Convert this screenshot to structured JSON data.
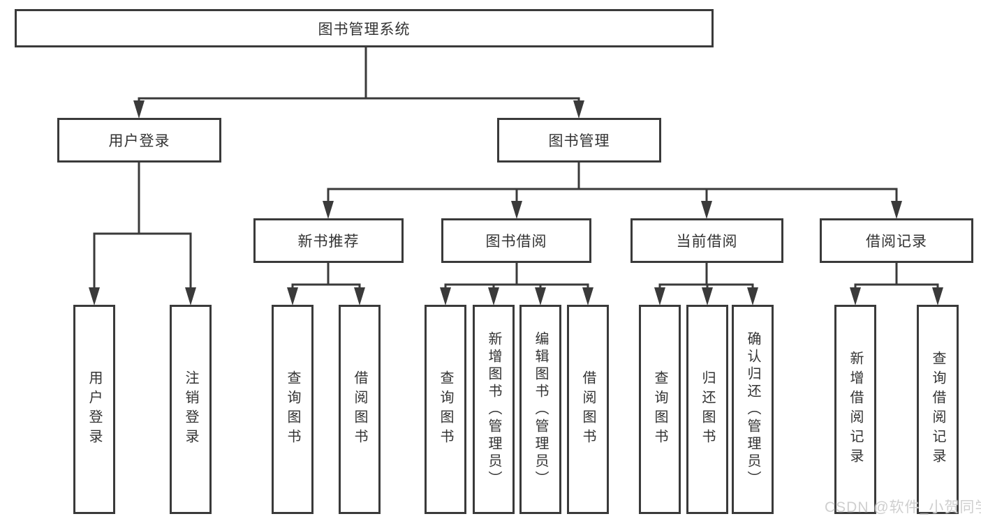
{
  "diagram": {
    "root": {
      "label": "图书管理系统"
    },
    "branches": [
      {
        "label": "用户登录",
        "children": [
          {
            "label": "用户登录"
          },
          {
            "label": "注销登录"
          }
        ]
      },
      {
        "label": "图书管理",
        "groups": [
          {
            "label": "新书推荐",
            "children": [
              {
                "label": "查询图书"
              },
              {
                "label": "借阅图书"
              }
            ]
          },
          {
            "label": "图书借阅",
            "children": [
              {
                "label": "查询图书"
              },
              {
                "label": "新增图书（管理员）"
              },
              {
                "label": "编辑图书（管理员）"
              },
              {
                "label": "借阅图书"
              }
            ]
          },
          {
            "label": "当前借阅",
            "children": [
              {
                "label": "查询图书"
              },
              {
                "label": "归还图书"
              },
              {
                "label": "确认归还（管理员）"
              }
            ]
          },
          {
            "label": "借阅记录",
            "children": [
              {
                "label": "新增借阅记录"
              },
              {
                "label": "查询借阅记录"
              }
            ]
          }
        ]
      }
    ]
  },
  "watermark": "CSDN @软件_小贺同学",
  "colors": {
    "line": "#3a3a3a",
    "text": "#333333",
    "background": "#ffffff",
    "watermark": "#cfcfcf"
  }
}
